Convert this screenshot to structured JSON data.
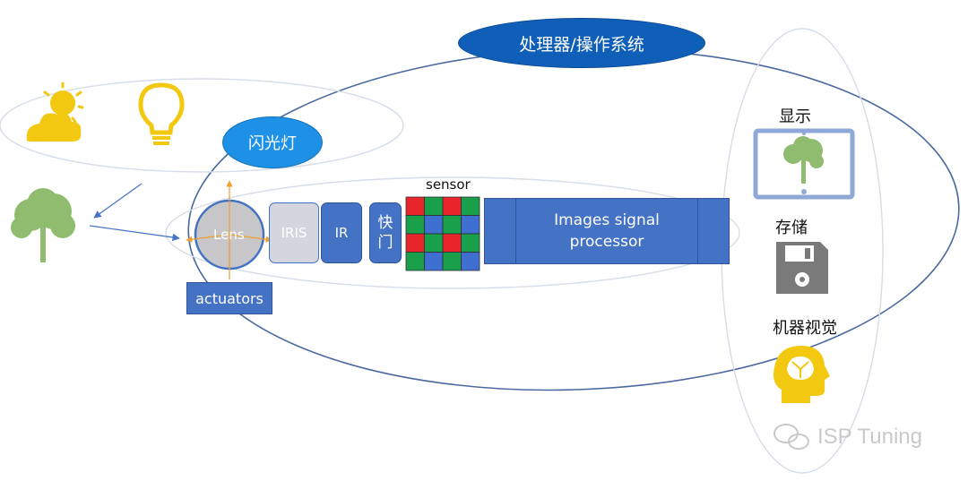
{
  "os_label": "处理器/操作系统",
  "flash_label": "闪光灯",
  "lens_label": "Lens",
  "iris_label": "IRIS",
  "ir_label": "IR",
  "shutter_label": "快\n门",
  "sensor_label": "sensor",
  "isp_label": "Images signal\nprocessor",
  "actuators_label": "actuators",
  "display_label": "显示",
  "storage_label": "存储",
  "vision_label": "机器视觉",
  "watermark": "ISP Tuning",
  "colors": {
    "blue": "#4472c4",
    "dark_blue": "#2f5597",
    "os_blue": "#0f5fb8",
    "flash_blue": "#1e90e6",
    "yellow": "#f2c811",
    "green": "#8fbc6f",
    "gray": "#7a7a7a",
    "orange": "#f0a030",
    "sensor_red": "#e8262b",
    "sensor_green": "#1aa04b",
    "sensor_blue": "#3f6fd0"
  },
  "sensor_pattern": [
    [
      "red",
      "green",
      "red",
      "green"
    ],
    [
      "green",
      "blue",
      "green",
      "blue"
    ],
    [
      "red",
      "green",
      "red",
      "green"
    ],
    [
      "green",
      "blue",
      "green",
      "blue"
    ]
  ]
}
